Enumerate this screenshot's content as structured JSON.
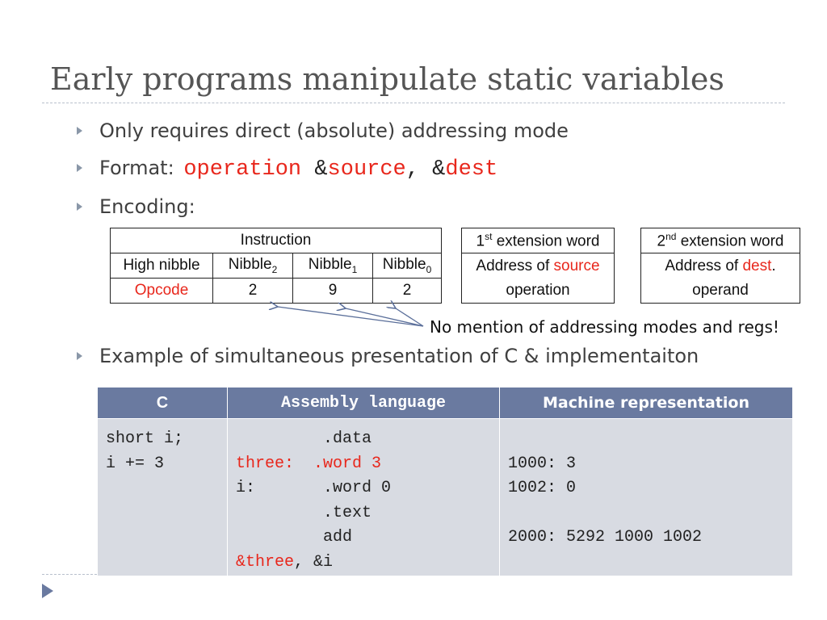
{
  "title": "Early programs manipulate static variables",
  "bullets": {
    "b1": "Only requires direct (absolute) addressing mode",
    "b2_label": "Format:",
    "b2_operation": "operation",
    "b2_amp1": "&",
    "b2_source": "source",
    "b2_comma": ", ",
    "b2_amp2": "&",
    "b2_dest": "dest",
    "b3": "Encoding:",
    "b4": "Example of simultaneous presentation of C & implementaiton"
  },
  "encoding": {
    "instruction_header": "Instruction",
    "fields": [
      "High nibble",
      "Nibble",
      "Nibble",
      "Nibble"
    ],
    "field_subs": [
      "",
      "2",
      "1",
      "0"
    ],
    "values": [
      "Opcode",
      "2",
      "9",
      "2"
    ],
    "ext1_header_num": "1",
    "ext1_header_sup": "st",
    "ext1_header_rest": " extension word",
    "ext1_line1_prefix": "Address of ",
    "ext1_line1_red": "source",
    "ext1_line2": "operation",
    "ext2_header_num": "2",
    "ext2_header_sup": "nd",
    "ext2_header_rest": " extension word",
    "ext2_line1_prefix": "Address of ",
    "ext2_line1_red": "dest",
    "ext2_line1_suffix": ".",
    "ext2_line2": "operand",
    "note": "No mention of addressing modes and regs!"
  },
  "example": {
    "headers": [
      "C",
      "Assembly language",
      "Machine representation"
    ],
    "c_code": "short i;\ni += 3",
    "asm_line1": "         .data",
    "asm_line2_red": "three:  .word 3",
    "asm_line3": "i:       .word 0",
    "asm_line4": "         .text",
    "asm_line5": "         add",
    "asm_line6_red": "&three",
    "asm_line6_rest": ", &i",
    "machine": "\n1000: 3\n1002: 0\n\n2000: 5292 1000 1002"
  },
  "colors": {
    "accent": "#6a7aa0",
    "red": "#e8271c",
    "cell_bg": "#d8dbe2"
  }
}
